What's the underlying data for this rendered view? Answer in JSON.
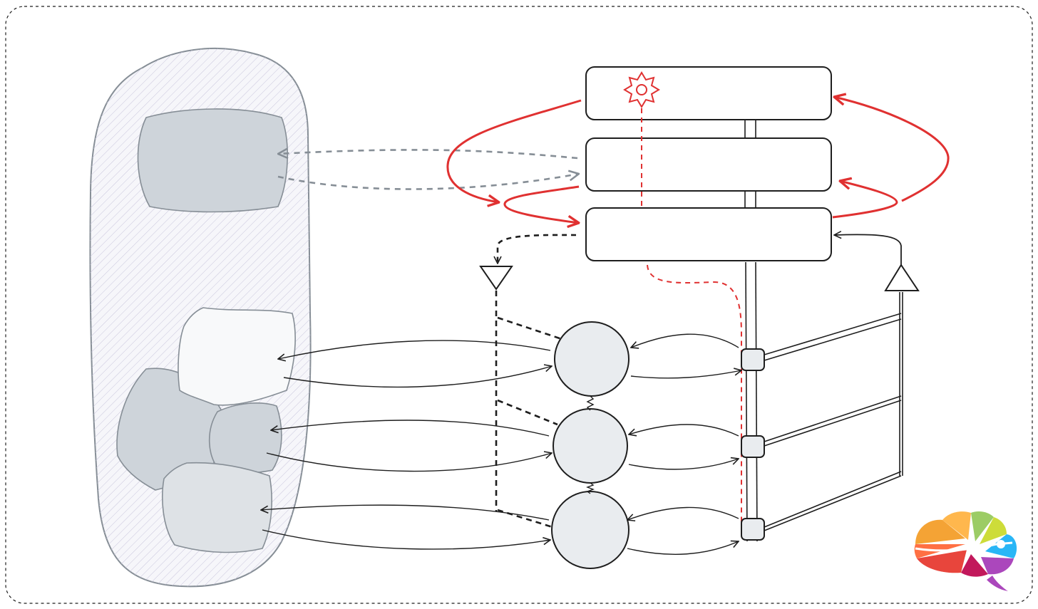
{
  "diagram": {
    "colors": {
      "ink": "#1e1e1e",
      "red": "#e03131",
      "gray": "#868e96",
      "blob_dark": "#ced4da",
      "blob_mid": "#dee2e6",
      "blob_light": "#f8f9fa",
      "container_fill": "#eeeef4",
      "circle_fill": "#e9ecef"
    },
    "left_container": {
      "blobs": 5
    },
    "stack_bars": 3,
    "circle_nodes": 3,
    "connectors": 3,
    "logo": {
      "colors": [
        "#f4a335",
        "#e8453c",
        "#c2185b",
        "#9ccc65",
        "#29b6f6",
        "#ab47bc",
        "#ffd54f"
      ]
    }
  }
}
